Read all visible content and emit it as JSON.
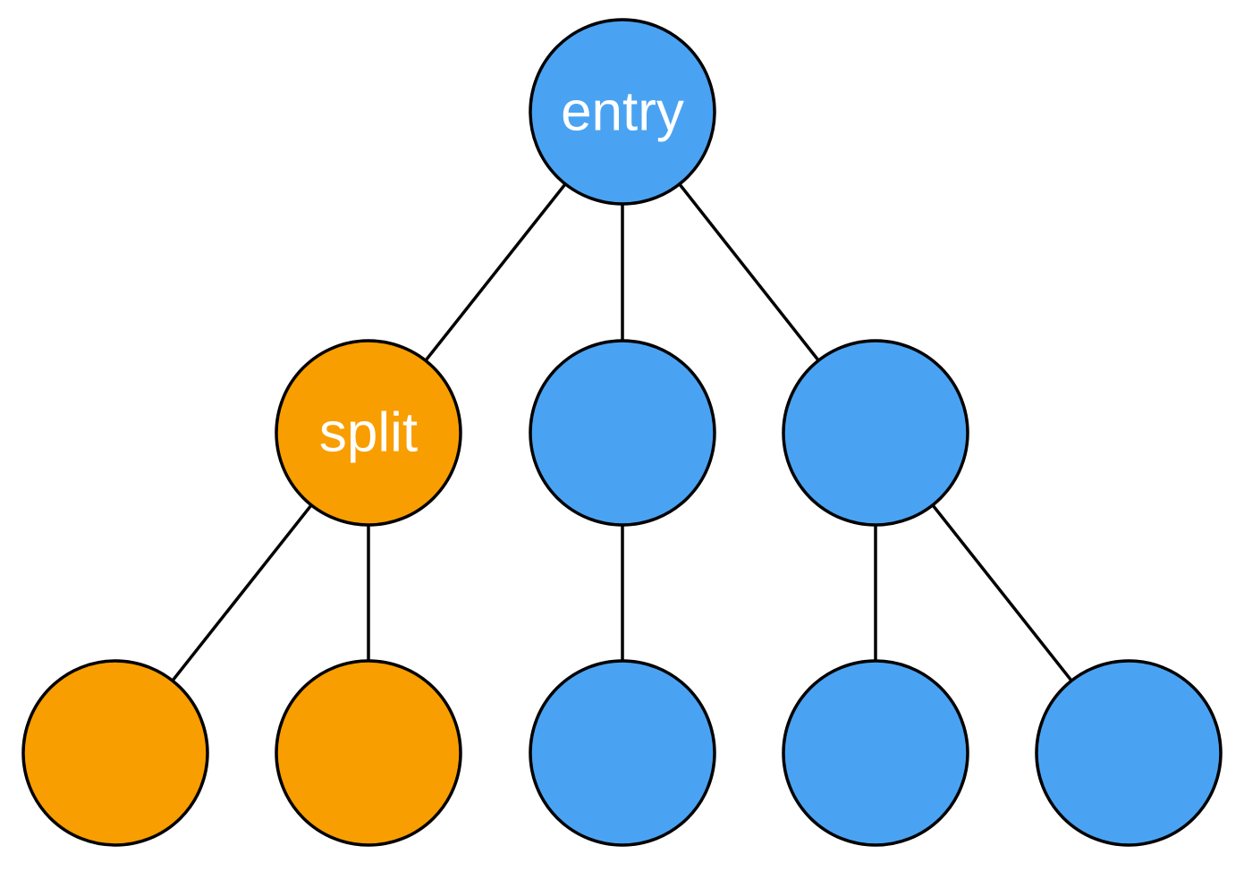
{
  "colors": {
    "blue": "#4aa3f2",
    "orange": "#f99e00",
    "stroke": "#000000",
    "label": "#ffffff"
  },
  "nodes": [
    {
      "id": "entry",
      "label": "entry",
      "color": "blue",
      "level": 0,
      "parent": null
    },
    {
      "id": "split",
      "label": "split",
      "color": "orange",
      "level": 1,
      "parent": "entry"
    },
    {
      "id": "mid-center",
      "label": "",
      "color": "blue",
      "level": 1,
      "parent": "entry"
    },
    {
      "id": "mid-right",
      "label": "",
      "color": "blue",
      "level": 1,
      "parent": "entry"
    },
    {
      "id": "leaf-1",
      "label": "",
      "color": "orange",
      "level": 2,
      "parent": "split"
    },
    {
      "id": "leaf-2",
      "label": "",
      "color": "orange",
      "level": 2,
      "parent": "split"
    },
    {
      "id": "leaf-3",
      "label": "",
      "color": "blue",
      "level": 2,
      "parent": "mid-center"
    },
    {
      "id": "leaf-4",
      "label": "",
      "color": "blue",
      "level": 2,
      "parent": "mid-right"
    },
    {
      "id": "leaf-5",
      "label": "",
      "color": "blue",
      "level": 2,
      "parent": "mid-right"
    }
  ]
}
